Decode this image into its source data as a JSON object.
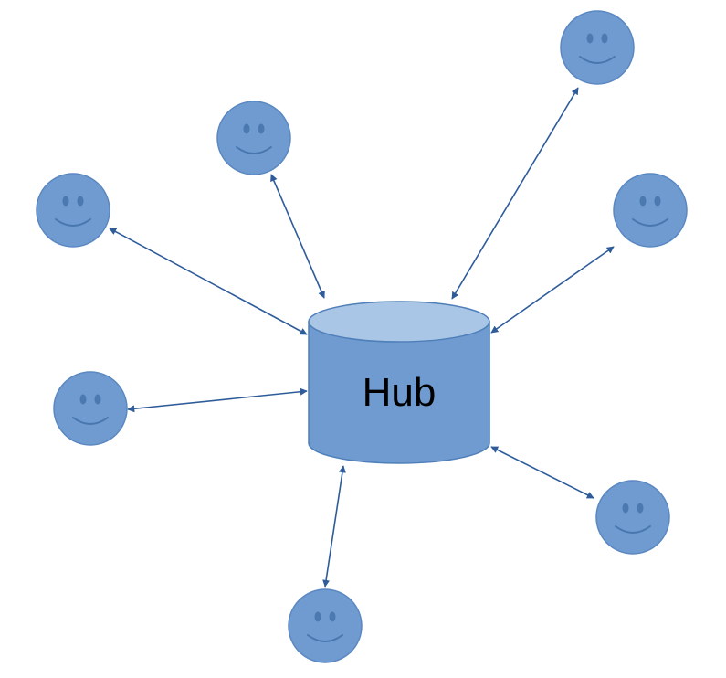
{
  "hub": {
    "label": "Hub"
  },
  "colors": {
    "face_fill": "#6f9bd1",
    "face_stroke": "#5b88c0",
    "feature": "#2f5f96",
    "hub_fill": "#6f9bd1",
    "hub_top": "#a9c6e6",
    "hub_stroke": "#4f7fb8",
    "arrow": "#2e5c9a"
  },
  "nodes": [
    {
      "name": "smiley-top-right"
    },
    {
      "name": "smiley-upper-middle"
    },
    {
      "name": "smiley-upper-left"
    },
    {
      "name": "smiley-right"
    },
    {
      "name": "smiley-left"
    },
    {
      "name": "smiley-lower-right"
    },
    {
      "name": "smiley-bottom"
    }
  ]
}
